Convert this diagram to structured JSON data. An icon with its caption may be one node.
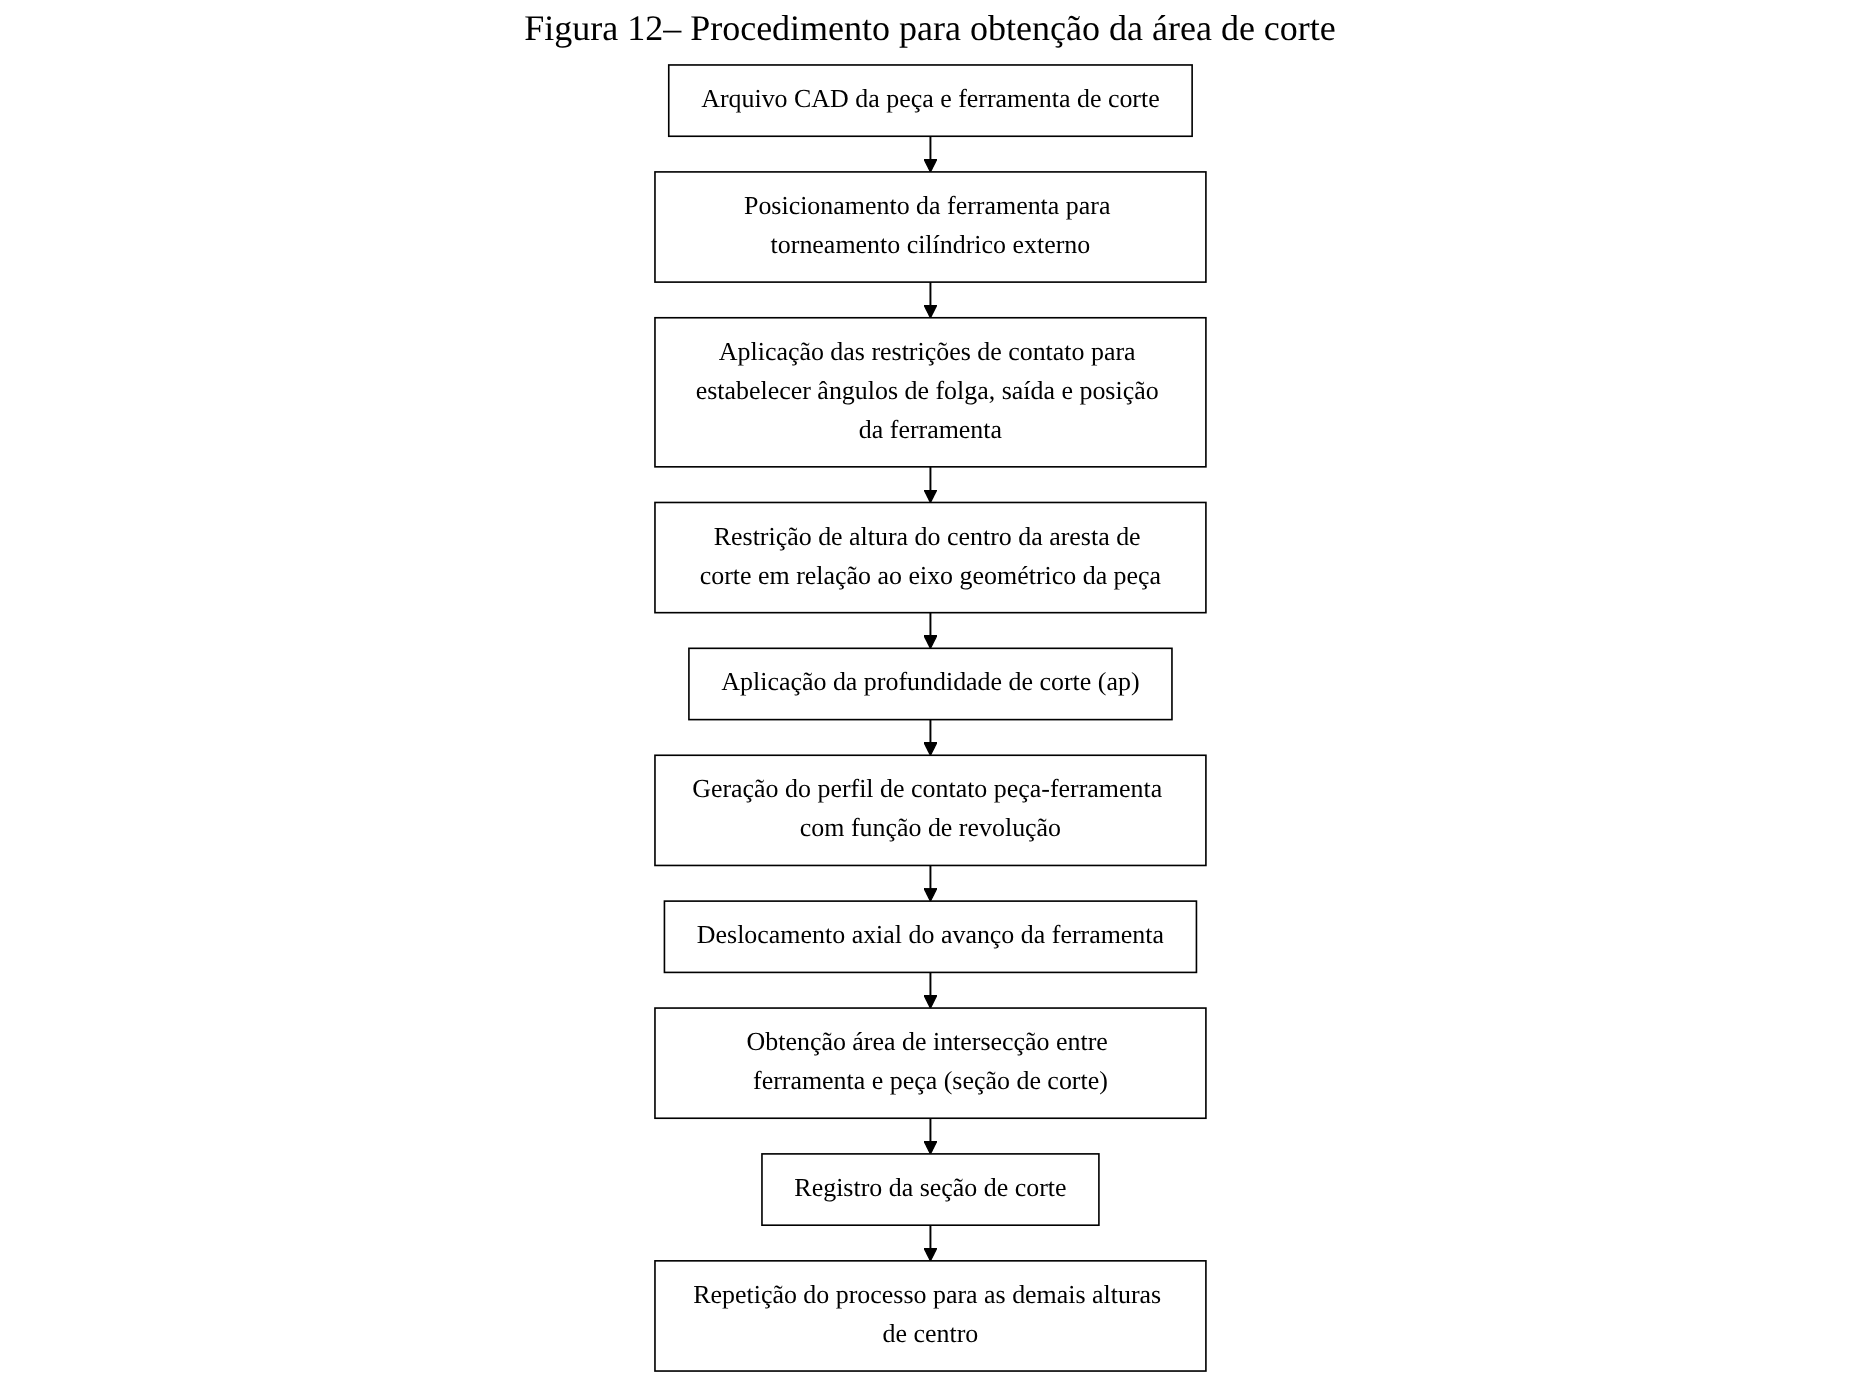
{
  "diagram": {
    "title": "Figura 12– Procedimento para obtenção da área de corte",
    "nodes": [
      {
        "text": [
          "Arquivo CAD da peça e ferramenta de corte"
        ]
      },
      {
        "text": [
          "Posicionamento da ferramenta para torneamento cilíndrico externo"
        ]
      },
      {
        "text": [
          "Aplicação das restrições de contato para estabelecer ângulos de folga, saída e posição da ferramenta"
        ]
      },
      {
        "text": [
          "Restrição de altura do centro da aresta de corte em relação ao eixo geométrico da peça"
        ]
      },
      {
        "text": [
          "Aplicação da profundidade de corte (ap)"
        ]
      },
      {
        "text": [
          "Geração do perfil de contato peça-ferramenta com função de revolução"
        ]
      },
      {
        "text": [
          "Deslocamento axial do avanço da ferramenta"
        ]
      },
      {
        "text": [
          "Obtenção área de intersecção entre ferramenta e peça (seção de corte)"
        ]
      },
      {
        "text": [
          "Registro da seção de corte"
        ]
      },
      {
        "text": [
          "Repetição do processo para as demais alturas de centro"
        ]
      }
    ],
    "edges": [
      {
        "from": 0,
        "to": 1,
        "arrow": "to"
      },
      {
        "from": 1,
        "to": 2,
        "arrow": "to"
      },
      {
        "from": 2,
        "to": 3,
        "arrow": "to"
      },
      {
        "from": 3,
        "to": 4,
        "arrow": "to"
      },
      {
        "from": 4,
        "to": 5,
        "arrow": "to"
      },
      {
        "from": 5,
        "to": 6,
        "arrow": "to"
      },
      {
        "from": 6,
        "to": 7,
        "arrow": "to"
      },
      {
        "from": 7,
        "to": 8,
        "arrow": "to"
      },
      {
        "from": 8,
        "to": 9,
        "arrow": "to"
      }
    ]
  }
}
